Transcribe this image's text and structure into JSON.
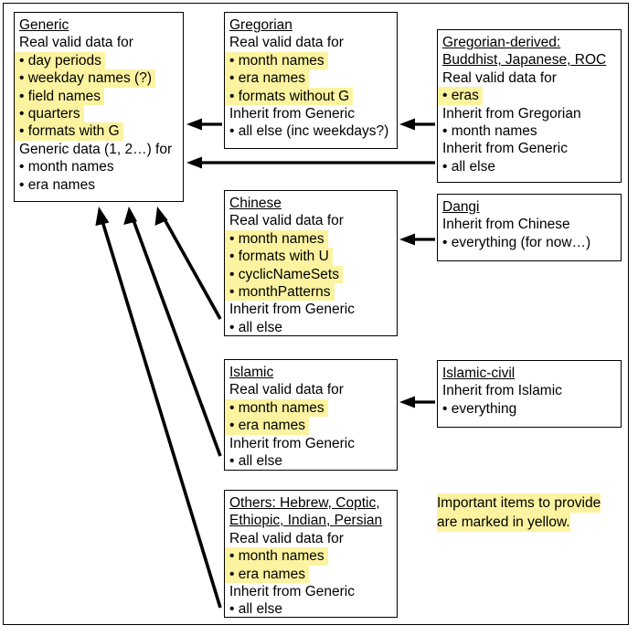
{
  "diagram": {
    "title": "Calendar data inheritance diagram",
    "highlight_color": "#fbf3a0",
    "line_color": "#000000",
    "background_color": "#ffffff"
  },
  "boxes": {
    "generic": {
      "name": "Generic",
      "lines": [
        {
          "text": "Generic",
          "style": "title"
        },
        {
          "text": "Real valid data for",
          "style": "plain"
        },
        {
          "text": "• day periods",
          "style": "hl"
        },
        {
          "text": "• weekday names (?)",
          "style": "hl"
        },
        {
          "text": "• field names",
          "style": "hl"
        },
        {
          "text": "• quarters",
          "style": "hl"
        },
        {
          "text": "• formats with G",
          "style": "hl"
        },
        {
          "text": "Generic data (1, 2…) for",
          "style": "plain"
        },
        {
          "text": "• month names",
          "style": "plain"
        },
        {
          "text": "• era names",
          "style": "plain"
        }
      ]
    },
    "gregorian": {
      "name": "Gregorian",
      "lines": [
        {
          "text": "Gregorian",
          "style": "title"
        },
        {
          "text": "Real valid data for",
          "style": "plain"
        },
        {
          "text": "• month names",
          "style": "hl"
        },
        {
          "text": "• era names",
          "style": "hl"
        },
        {
          "text": "• formats without G",
          "style": "hl"
        },
        {
          "text": "Inherit from Generic",
          "style": "plain"
        },
        {
          "text": "• all else (inc weekdays?)",
          "style": "plain"
        }
      ]
    },
    "gregorian_derived": {
      "name": "Gregorian-derived",
      "lines": [
        {
          "text": "Gregorian-derived:",
          "style": "title"
        },
        {
          "text": "Buddhist, Japanese, ROC",
          "style": "title"
        },
        {
          "text": "Real valid data for",
          "style": "plain"
        },
        {
          "text": "• eras",
          "style": "hl"
        },
        {
          "text": "Inherit from Gregorian",
          "style": "plain"
        },
        {
          "text": "• month names",
          "style": "plain"
        },
        {
          "text": "Inherit from Generic",
          "style": "plain"
        },
        {
          "text": "• all else",
          "style": "plain"
        }
      ]
    },
    "chinese": {
      "name": "Chinese",
      "lines": [
        {
          "text": "Chinese",
          "style": "title"
        },
        {
          "text": "Real valid data for",
          "style": "plain"
        },
        {
          "text": "• month names",
          "style": "hl"
        },
        {
          "text": "• formats with U",
          "style": "hl"
        },
        {
          "text": "• cyclicNameSets",
          "style": "hl"
        },
        {
          "text": "• monthPatterns",
          "style": "hl"
        },
        {
          "text": "Inherit from Generic",
          "style": "plain"
        },
        {
          "text": "• all else",
          "style": "plain"
        }
      ]
    },
    "dangi": {
      "name": "Dangi",
      "lines": [
        {
          "text": "Dangi",
          "style": "title"
        },
        {
          "text": "Inherit from Chinese",
          "style": "plain"
        },
        {
          "text": "• everything (for now…)",
          "style": "plain"
        }
      ]
    },
    "islamic": {
      "name": "Islamic",
      "lines": [
        {
          "text": "Islamic",
          "style": "title"
        },
        {
          "text": "Real valid data for",
          "style": "plain"
        },
        {
          "text": "• month names",
          "style": "hl"
        },
        {
          "text": "• era names",
          "style": "hl"
        },
        {
          "text": "Inherit from Generic",
          "style": "plain"
        },
        {
          "text": "• all else",
          "style": "plain"
        }
      ]
    },
    "islamic_civil": {
      "name": "Islamic-civil",
      "lines": [
        {
          "text": "Islamic-civil",
          "style": "title"
        },
        {
          "text": "Inherit from Islamic",
          "style": "plain"
        },
        {
          "text": "• everything",
          "style": "plain"
        }
      ]
    },
    "others": {
      "name": "Others",
      "lines": [
        {
          "text": "Others: Hebrew, Coptic,",
          "style": "title"
        },
        {
          "text": "Ethiopic, Indian, Persian",
          "style": "title"
        },
        {
          "text": "Real valid data for",
          "style": "plain"
        },
        {
          "text": "• month names",
          "style": "hl"
        },
        {
          "text": "• era names",
          "style": "hl"
        },
        {
          "text": "Inherit from Generic",
          "style": "plain"
        },
        {
          "text": "• all else",
          "style": "plain"
        }
      ]
    }
  },
  "legend": {
    "name": "legend-note",
    "lines": [
      "Important items to provide",
      "are marked in yellow."
    ]
  },
  "arrows": [
    {
      "from": "gregorian",
      "to": "generic",
      "label": "gregorian-to-generic"
    },
    {
      "from": "gregorian_derived",
      "to": "gregorian",
      "label": "gregorian-derived-to-gregorian"
    },
    {
      "from": "gregorian_derived",
      "to": "generic",
      "label": "gregorian-derived-to-generic"
    },
    {
      "from": "dangi",
      "to": "chinese",
      "label": "dangi-to-chinese"
    },
    {
      "from": "islamic_civil",
      "to": "islamic",
      "label": "islamic-civil-to-islamic"
    },
    {
      "from": "chinese",
      "to": "generic",
      "label": "chinese-to-generic"
    },
    {
      "from": "islamic",
      "to": "generic",
      "label": "islamic-to-generic"
    },
    {
      "from": "others",
      "to": "generic",
      "label": "others-to-generic"
    }
  ]
}
